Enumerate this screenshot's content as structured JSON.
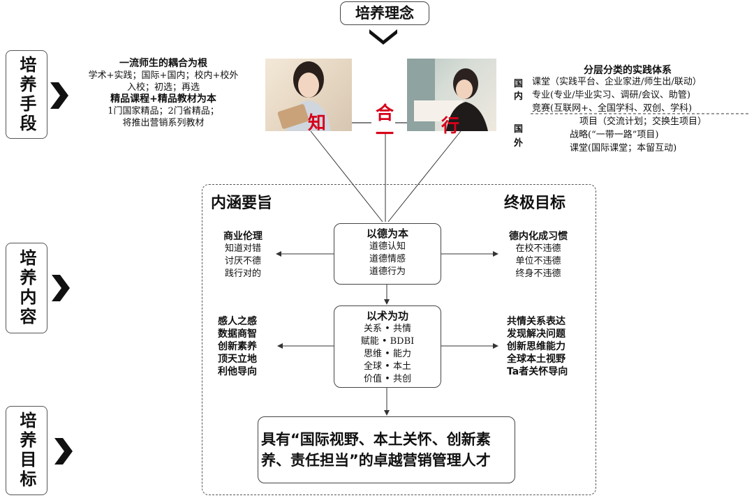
{
  "concept": {
    "title": "培养理念"
  },
  "side_labels": {
    "means": "培养手段",
    "content": "培养内容",
    "goal": "培养目标"
  },
  "faculty": {
    "title": "一流师生的耦合为根",
    "line1": "学术+实践；国际+国内；校内+校外",
    "line2": "入校；初选；再选"
  },
  "courses": {
    "title": "精品课程+精品教材为本",
    "line1": "1门国家精品；2门省精品；",
    "line2": "将推出营销系列教材"
  },
  "unity": {
    "zhi": "知",
    "he": "合",
    "yi": "一",
    "xing": "行"
  },
  "practice": {
    "title": "分层分类的实践体系",
    "domestic_label": "国内",
    "domestic": [
      "课堂（实践平台、企业家进/师生出/联动）",
      "专业(专业/毕业实习、调研/会议、助管)",
      "竞赛(互联网+、全国学科、双创、学科)"
    ],
    "foreign_label": "国外",
    "foreign": [
      "项目（交流计划；交换生项目）",
      "战略(“一带一路”项目)",
      "课堂(国际课堂；本留互动)"
    ]
  },
  "frame": {
    "left_title": "内涵要旨",
    "right_title": "终极目标"
  },
  "morality": {
    "title": "以德为本",
    "items": [
      "道德认知",
      "道德情感",
      "道德行为"
    ]
  },
  "ethics": {
    "title": "商业伦理",
    "items": [
      "知道对错",
      "讨厌不德",
      "践行对的"
    ]
  },
  "habit": {
    "title": "德内化成习惯",
    "items": [
      "在校不违德",
      "单位不违德",
      "终身不违德"
    ]
  },
  "skills": {
    "title": "以术为功",
    "items": [
      "关系 • 共情",
      "赋能 • BDBI",
      "思维 • 能力",
      "全球 • 本土",
      "价值 • 共创"
    ]
  },
  "qualities": {
    "items": [
      "感人之感",
      "数据商智",
      "创新素养",
      "顶天立地",
      "利他导向"
    ]
  },
  "abilities": {
    "items": [
      "共情关系表达",
      "发现解决问题",
      "创新思维能力",
      "全球本土视野",
      "Ta者关怀导向"
    ]
  },
  "goal": {
    "line1": "具有“国际视野、本土关怀、创新素",
    "line2": "养、责任担当”的卓越营销管理人才"
  },
  "colors": {
    "accent_red": "#d7001b",
    "stroke": "#444444"
  }
}
